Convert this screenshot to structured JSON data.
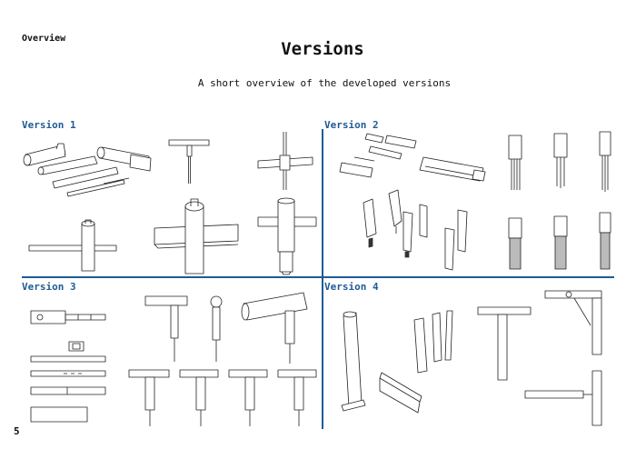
{
  "header": {
    "section": "Overview",
    "title": "Versions",
    "subtitle": "A short overview of the developed versions"
  },
  "panels": {
    "v1": "Version 1",
    "v2": "Version 2",
    "v3": "Version 3",
    "v4": "Version 4"
  },
  "footer": {
    "page_number": "5"
  },
  "colors": {
    "accent": "#1f5a96",
    "ink": "#222222"
  }
}
